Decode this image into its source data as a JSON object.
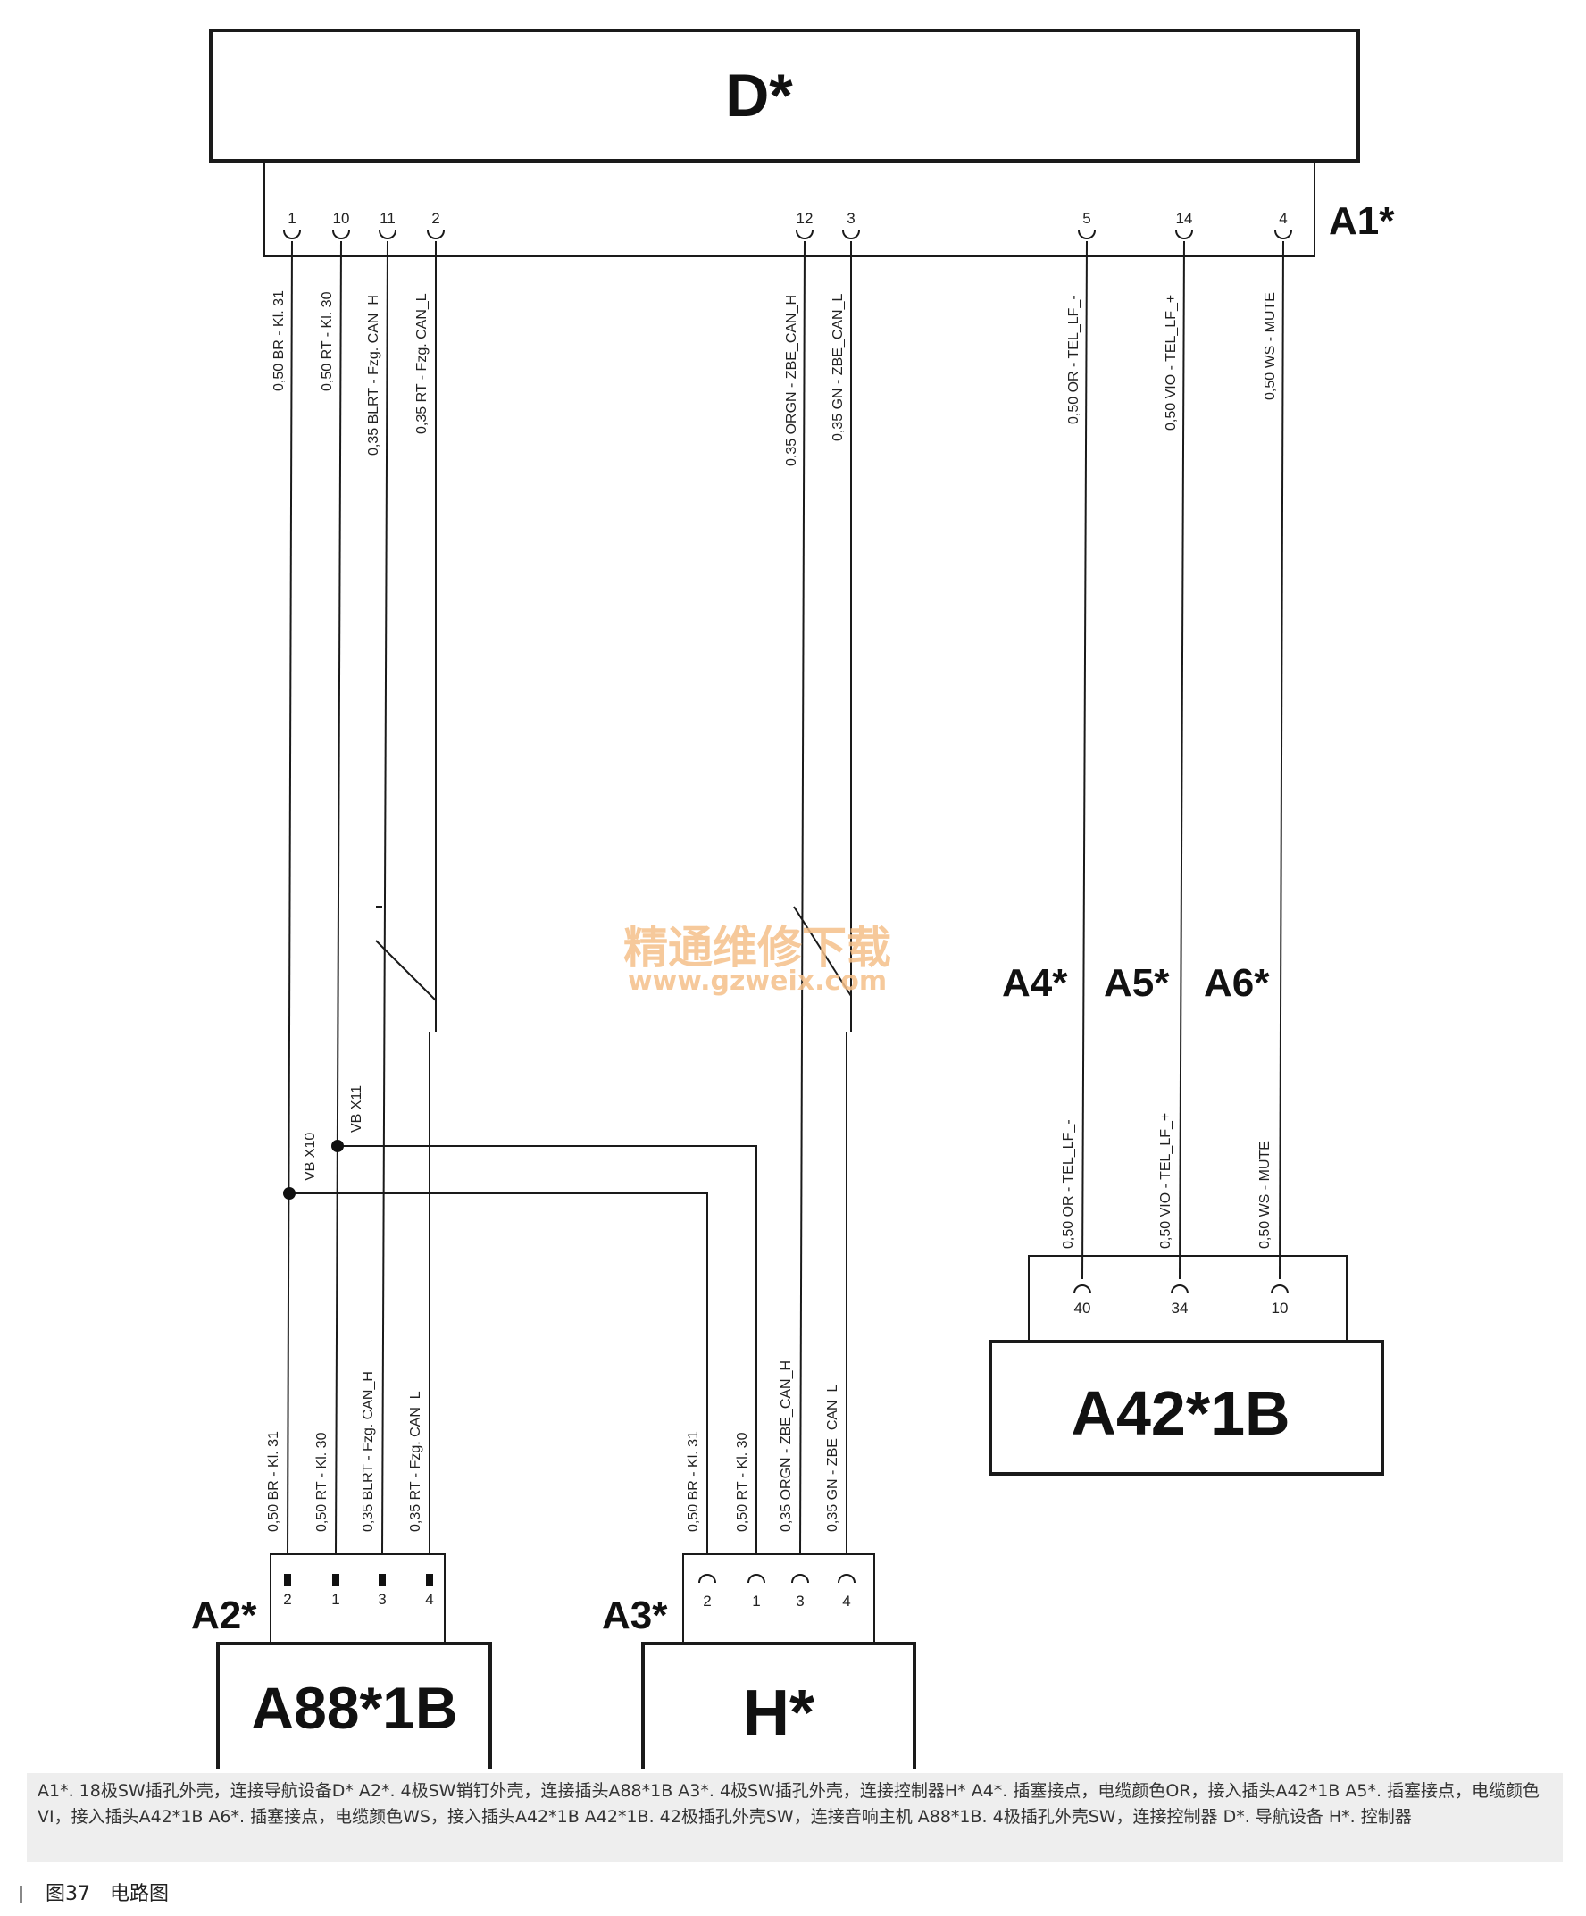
{
  "modules": {
    "D": "D*",
    "A42": "A42*1B",
    "A88": "A88*1B",
    "H": "H*"
  },
  "connectors": {
    "A1": "A1*",
    "A2": "A2*",
    "A3": "A3*",
    "A4": "A4*",
    "A5": "A5*",
    "A6": "A6*"
  },
  "a1_pins": [
    "1",
    "10",
    "11",
    "2",
    "12",
    "3",
    "5",
    "14",
    "4"
  ],
  "a1_wire_labels": [
    "0,50 BR - Kl. 31",
    "0,50 RT - Kl. 30",
    "0,35 BLRT - Fzg. CAN_H",
    "0,35 RT - Fzg. CAN_L",
    "0,35 ORGN - ZBE_CAN_H",
    "0,35 GN - ZBE_CAN_L",
    "0,50 OR - TEL_LF_-",
    "0,50 VIO - TEL_LF_+",
    "0,50 WS - MUTE"
  ],
  "splices": [
    "VB X10",
    "VB X11"
  ],
  "a42_wire_labels": [
    "0,50 OR - TEL_LF_-",
    "0,50 VIO - TEL_LF_+",
    "0,50 WS - MUTE"
  ],
  "a42_pins": [
    "40",
    "34",
    "10"
  ],
  "a2_wire_labels": [
    "0,50 BR - Kl. 31",
    "0,50 RT - Kl. 30",
    "0,35 BLRT - Fzg. CAN_H",
    "0,35 RT - Fzg. CAN_L"
  ],
  "a2_pins": [
    "2",
    "1",
    "3",
    "4"
  ],
  "a3_wire_labels": [
    "0,50 BR - Kl. 31",
    "0,50 RT - Kl. 30",
    "0,35 ORGN - ZBE_CAN_H",
    "0,35 GN - ZBE_CAN_L"
  ],
  "a3_pins": [
    "2",
    "1",
    "3",
    "4"
  ],
  "watermark": {
    "cn": "精通维修下载",
    "url": "www.gzweix.com",
    "color": "#f5c08a"
  },
  "caption": "A1*. 18极SW插孔外壳，连接导航设备D* A2*. 4极SW销钉外壳，连接插头A88*1B A3*. 4极SW插孔外壳，连接控制器H* A4*. 插塞接点，电缆颜色OR，接入插头A42*1B A5*. 插塞接点，电缆颜色VI，接入插头A42*1B A6*. 插塞接点，电缆颜色WS，接入插头A42*1B A42*1B. 42极插孔外壳SW，连接音响主机 A88*1B. 4极插孔外壳SW，连接控制器 D*. 导航设备 H*. 控制器",
  "figure": {
    "number": "图37",
    "title": "电路图"
  }
}
